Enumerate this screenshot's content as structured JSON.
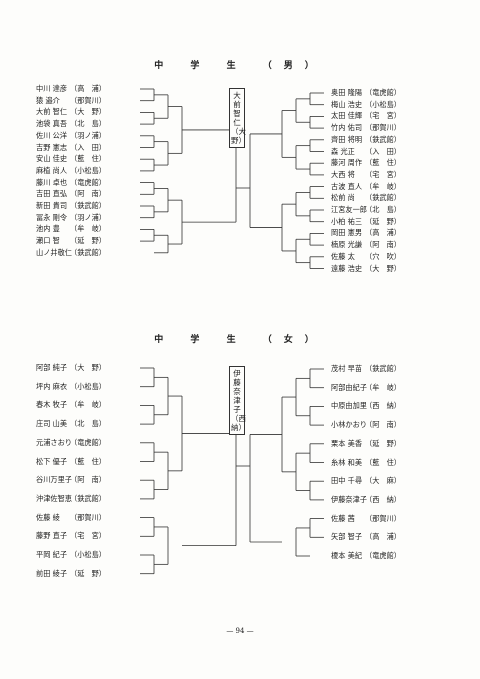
{
  "boys": {
    "title": "中 学 生 （男）",
    "champion": "大前 智仁（大 野）",
    "left": [
      {
        "name": "中川 達彦",
        "team": "（高　浦）"
      },
      {
        "name": "猿 邉介",
        "team": "（那賀川）"
      },
      {
        "name": "大前 智仁",
        "team": "（大　野）"
      },
      {
        "name": "池袋 真吾",
        "team": "（北　島）"
      },
      {
        "name": "佐川 公洋",
        "team": "（羽ノ浦）"
      },
      {
        "name": "吉野 憲志",
        "team": "（入　田）"
      },
      {
        "name": "安山 佳史",
        "team": "（藍　住）"
      },
      {
        "name": "麻植 尚人",
        "team": "（小松島）"
      },
      {
        "name": "藤川 卓也",
        "team": "（竜虎館）"
      },
      {
        "name": "吉田 直弘",
        "team": "（阿　南）"
      },
      {
        "name": "新田 貴司",
        "team": "（鉄武館）"
      },
      {
        "name": "冨永 剛令",
        "team": "（羽ノ浦）"
      },
      {
        "name": "池内 豊",
        "team": "（牟　岐）"
      },
      {
        "name": "瀬口 智",
        "team": "（延　野）"
      },
      {
        "name": "山ノ井敬仁",
        "team": "（鉄武館）"
      }
    ],
    "right": [
      {
        "name": "奥田 隆陽",
        "team": "（竜虎館）"
      },
      {
        "name": "梅山 浩史",
        "team": "（小松島）"
      },
      {
        "name": "太田 佳輝",
        "team": "（宅　宮）"
      },
      {
        "name": "竹内 佑司",
        "team": "（那賀川）"
      },
      {
        "name": "齊田 将明",
        "team": "（鉄武館）"
      },
      {
        "name": "森 光正",
        "team": "（入　田）"
      },
      {
        "name": "藤河 周作",
        "team": "（藍　住）"
      },
      {
        "name": "大西 将",
        "team": "（宅　宮）"
      },
      {
        "name": "古波 直人",
        "team": "（牟　岐）"
      },
      {
        "name": "松前 尚",
        "team": "（鉄武館）"
      },
      {
        "name": "江宮友一郎",
        "team": "（北　島）"
      },
      {
        "name": "小柏 祐三",
        "team": "（延　野）"
      },
      {
        "name": "岡田 憲男",
        "team": "（高　浦）"
      },
      {
        "name": "楠原 光謙",
        "team": "（阿　南）"
      },
      {
        "name": "佐藤 太",
        "team": "（穴　吹）"
      },
      {
        "name": "遠藤 浩史",
        "team": "（大　野）"
      }
    ]
  },
  "girls": {
    "title": "中 学 生 （女）",
    "champion": "伊藤奈津子（西 納）",
    "left": [
      {
        "name": "阿部 純子",
        "team": "（大　野）"
      },
      {
        "name": "坪内 麻衣",
        "team": "（小松島）"
      },
      {
        "name": "春木 牧子",
        "team": "（牟　岐）"
      },
      {
        "name": "庄司 山美",
        "team": "（北　島）"
      },
      {
        "name": "元浦さおり",
        "team": "（竜虎館）"
      },
      {
        "name": "松下 優子",
        "team": "（藍　住）"
      },
      {
        "name": "谷川万里子",
        "team": "（阿　南）"
      },
      {
        "name": "沖津佐智恵",
        "team": "（鉄武館）"
      },
      {
        "name": "佐藤 綾",
        "team": "（那賀川）"
      },
      {
        "name": "藤野 直子",
        "team": "（宅　宮）"
      },
      {
        "name": "平岡 紀子",
        "team": "（小松島）"
      },
      {
        "name": "前田 綾子",
        "team": "（延　野）"
      }
    ],
    "right": [
      {
        "name": "茂村 早苗",
        "team": "（鉄武館）"
      },
      {
        "name": "阿部由紀子",
        "team": "（牟　岐）"
      },
      {
        "name": "中原由加里",
        "team": "（西　納）"
      },
      {
        "name": "小林かおり",
        "team": "（阿　南）"
      },
      {
        "name": "栗本 美香",
        "team": "（延　野）"
      },
      {
        "name": "糸林 和美",
        "team": "（藍　住）"
      },
      {
        "name": "田中 千尋",
        "team": "（大　麻）"
      },
      {
        "name": "伊藤奈津子",
        "team": "（西　納）"
      },
      {
        "name": "佐藤 茜",
        "team": "（那賀川）"
      },
      {
        "name": "矢部 智子",
        "team": "（高　浦）"
      },
      {
        "name": "榎本 美紀",
        "team": "（竜虎館）"
      }
    ]
  },
  "page_number": "— 94 —"
}
